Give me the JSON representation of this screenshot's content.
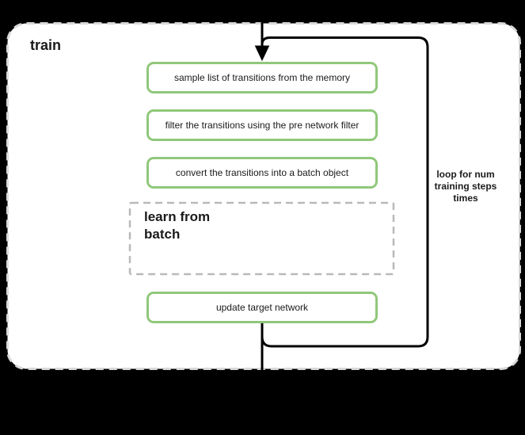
{
  "colors": {
    "background": "#000000",
    "container_fill": "#ffffff",
    "container_border": "#d9d9d9",
    "step_border": "#90c87a",
    "loop_border": "#000000",
    "inner_dashed_border": "#b9b9b9",
    "text": "#1a1a1a"
  },
  "diagram": {
    "title": "train",
    "steps": [
      "sample list of transitions from the memory",
      "filter the transitions using the pre network filter",
      "convert the transitions into a batch object"
    ],
    "sub_process": "learn from batch",
    "final_step": "update target network",
    "loop_annotation": "loop for num training steps times"
  }
}
